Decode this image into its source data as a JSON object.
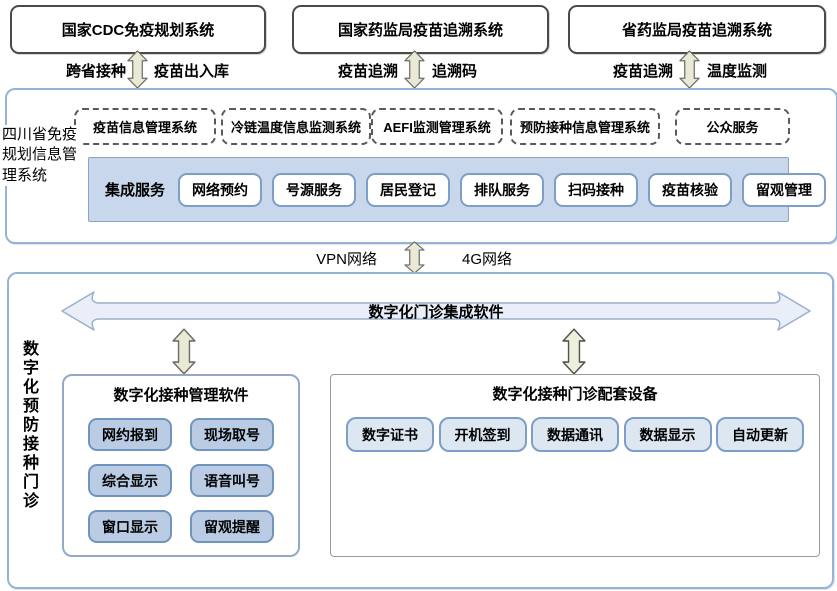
{
  "top_systems": [
    {
      "label": "国家CDC免疫规划系统",
      "flow_left": "跨省接种",
      "flow_right": "疫苗出入库"
    },
    {
      "label": "国家药监局疫苗追溯系统",
      "flow_left": "疫苗追溯",
      "flow_right": "追溯码"
    },
    {
      "label": "省药监局疫苗追溯系统",
      "flow_left": "疫苗追溯",
      "flow_right": "温度监测"
    }
  ],
  "provincial_platform": {
    "side_label": "四川省免疫规划信息管理系统",
    "subsystems": [
      "疫苗信息管理系统",
      "冷链温度信息监测系统",
      "AEFI监测管理系统",
      "预防接种信息管理系统",
      "公众服务"
    ],
    "integration": {
      "label": "集成服务",
      "services": [
        "网络预约",
        "号源服务",
        "居民登记",
        "排队服务",
        "扫码接种",
        "疫苗核验",
        "留观管理"
      ]
    }
  },
  "network": {
    "left_label": "VPN网络",
    "right_label": "4G网络"
  },
  "clinic": {
    "side_label": "数字化预防接种门诊",
    "integration_bar_label": "数字化门诊集成软件",
    "management_software": {
      "title": "数字化接种管理软件",
      "modules": [
        "网约报到",
        "现场取号",
        "综合显示",
        "语音叫号",
        "窗口显示",
        "留观提醒"
      ]
    },
    "equipment": {
      "title": "数字化接种门诊配套设备",
      "devices": [
        "数字证书",
        "开机签到",
        "数据通讯",
        "数据显示",
        "自动更新"
      ]
    }
  },
  "colors": {
    "platform_border": "#95b3d7",
    "integration_fill": "#c8d7eb",
    "module_button_fill": "#b9cce4",
    "device_button_fill": "#dde7f2",
    "arrow_fill": "#e9e9d6",
    "harrow_fill": "#e9eef8",
    "ext_box_border": "#4a4a4a"
  }
}
